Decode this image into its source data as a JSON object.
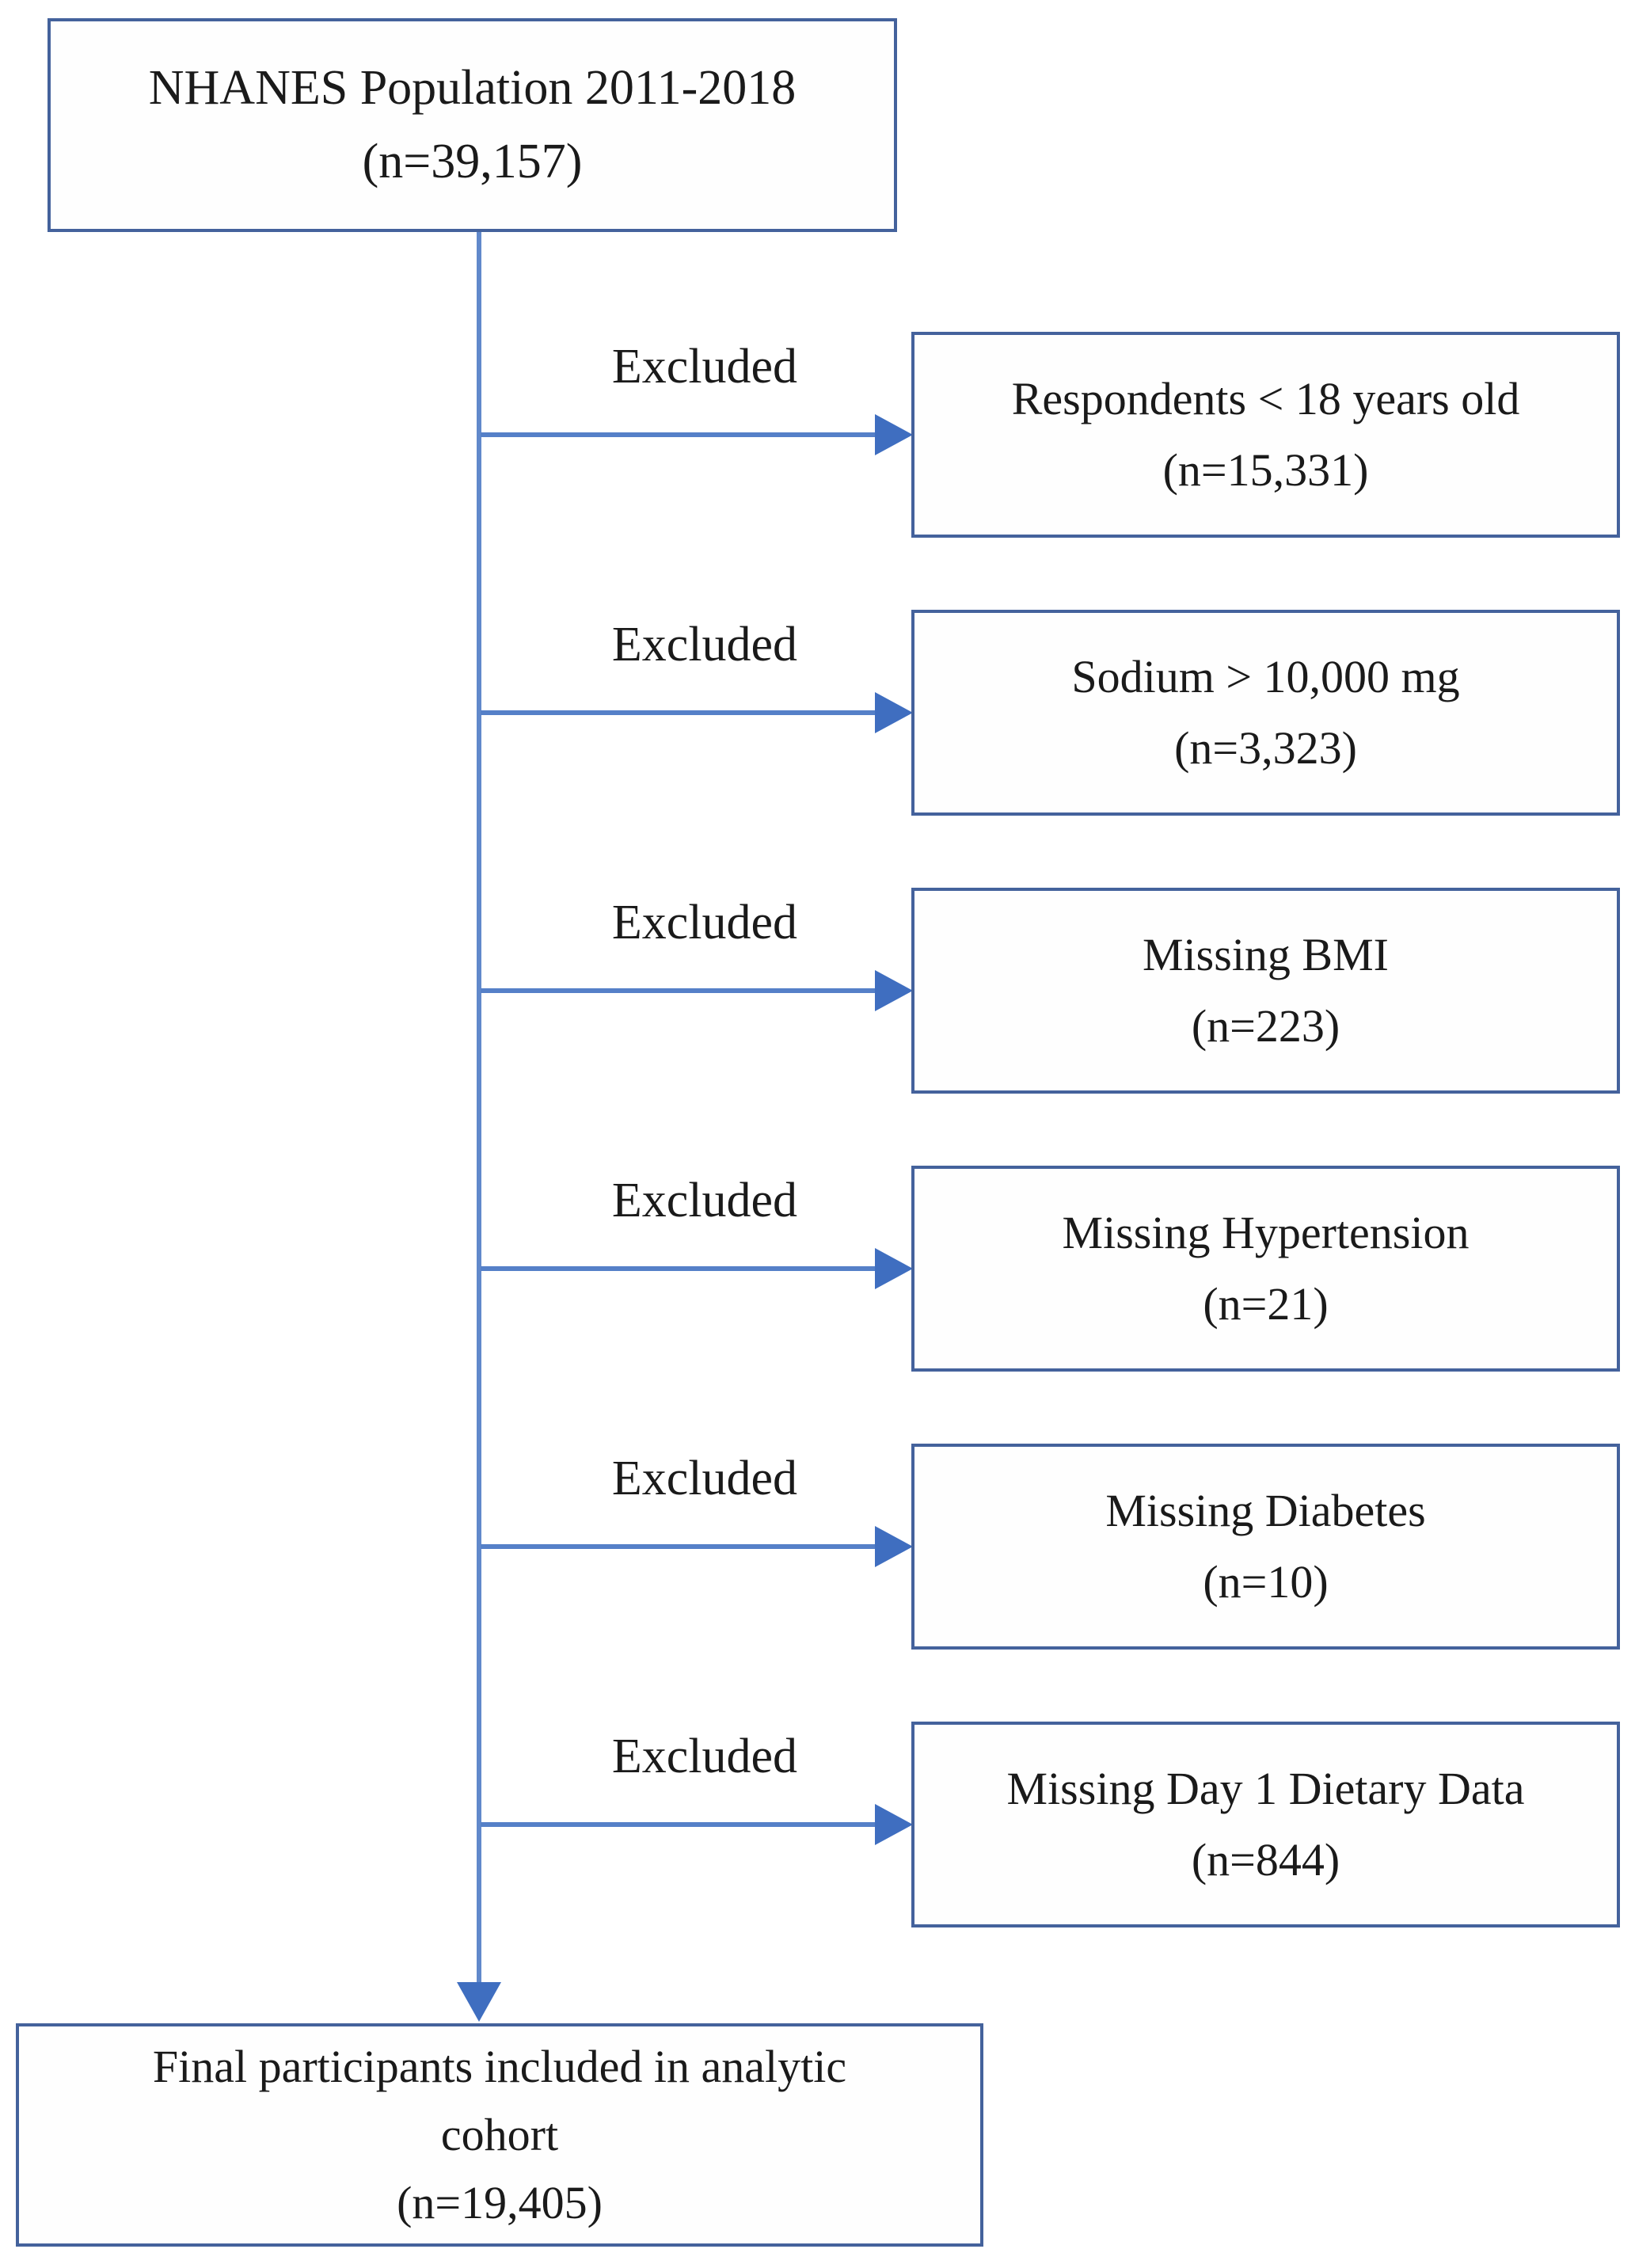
{
  "flowchart": {
    "description": "Participant selection flow diagram",
    "colors": {
      "box_border": "#44629c",
      "connector_blue": "#5580c8",
      "arrowhead_blue": "#3f6ec0",
      "text": "#1a1a1a"
    },
    "source_box": {
      "lines": [
        "NHANES Population 2011-2018",
        "(n=39,157)"
      ]
    },
    "exclusions": [
      {
        "label": "Excluded",
        "lines": [
          "Respondents < 18 years old",
          "(n=15,331)"
        ]
      },
      {
        "label": "Excluded",
        "lines": [
          "Sodium > 10,000 mg",
          "(n=3,323)"
        ]
      },
      {
        "label": "Excluded",
        "lines": [
          "Missing BMI",
          "(n=223)"
        ]
      },
      {
        "label": "Excluded",
        "lines": [
          "Missing Hypertension",
          "(n=21)"
        ]
      },
      {
        "label": "Excluded",
        "lines": [
          "Missing Diabetes",
          "(n=10)"
        ]
      },
      {
        "label": "Excluded",
        "lines": [
          "Missing Day 1 Dietary Data",
          "(n=844)"
        ]
      }
    ],
    "final_box": {
      "lines": [
        "Final participants included in analytic",
        "cohort",
        "(n=19,405)"
      ]
    }
  }
}
